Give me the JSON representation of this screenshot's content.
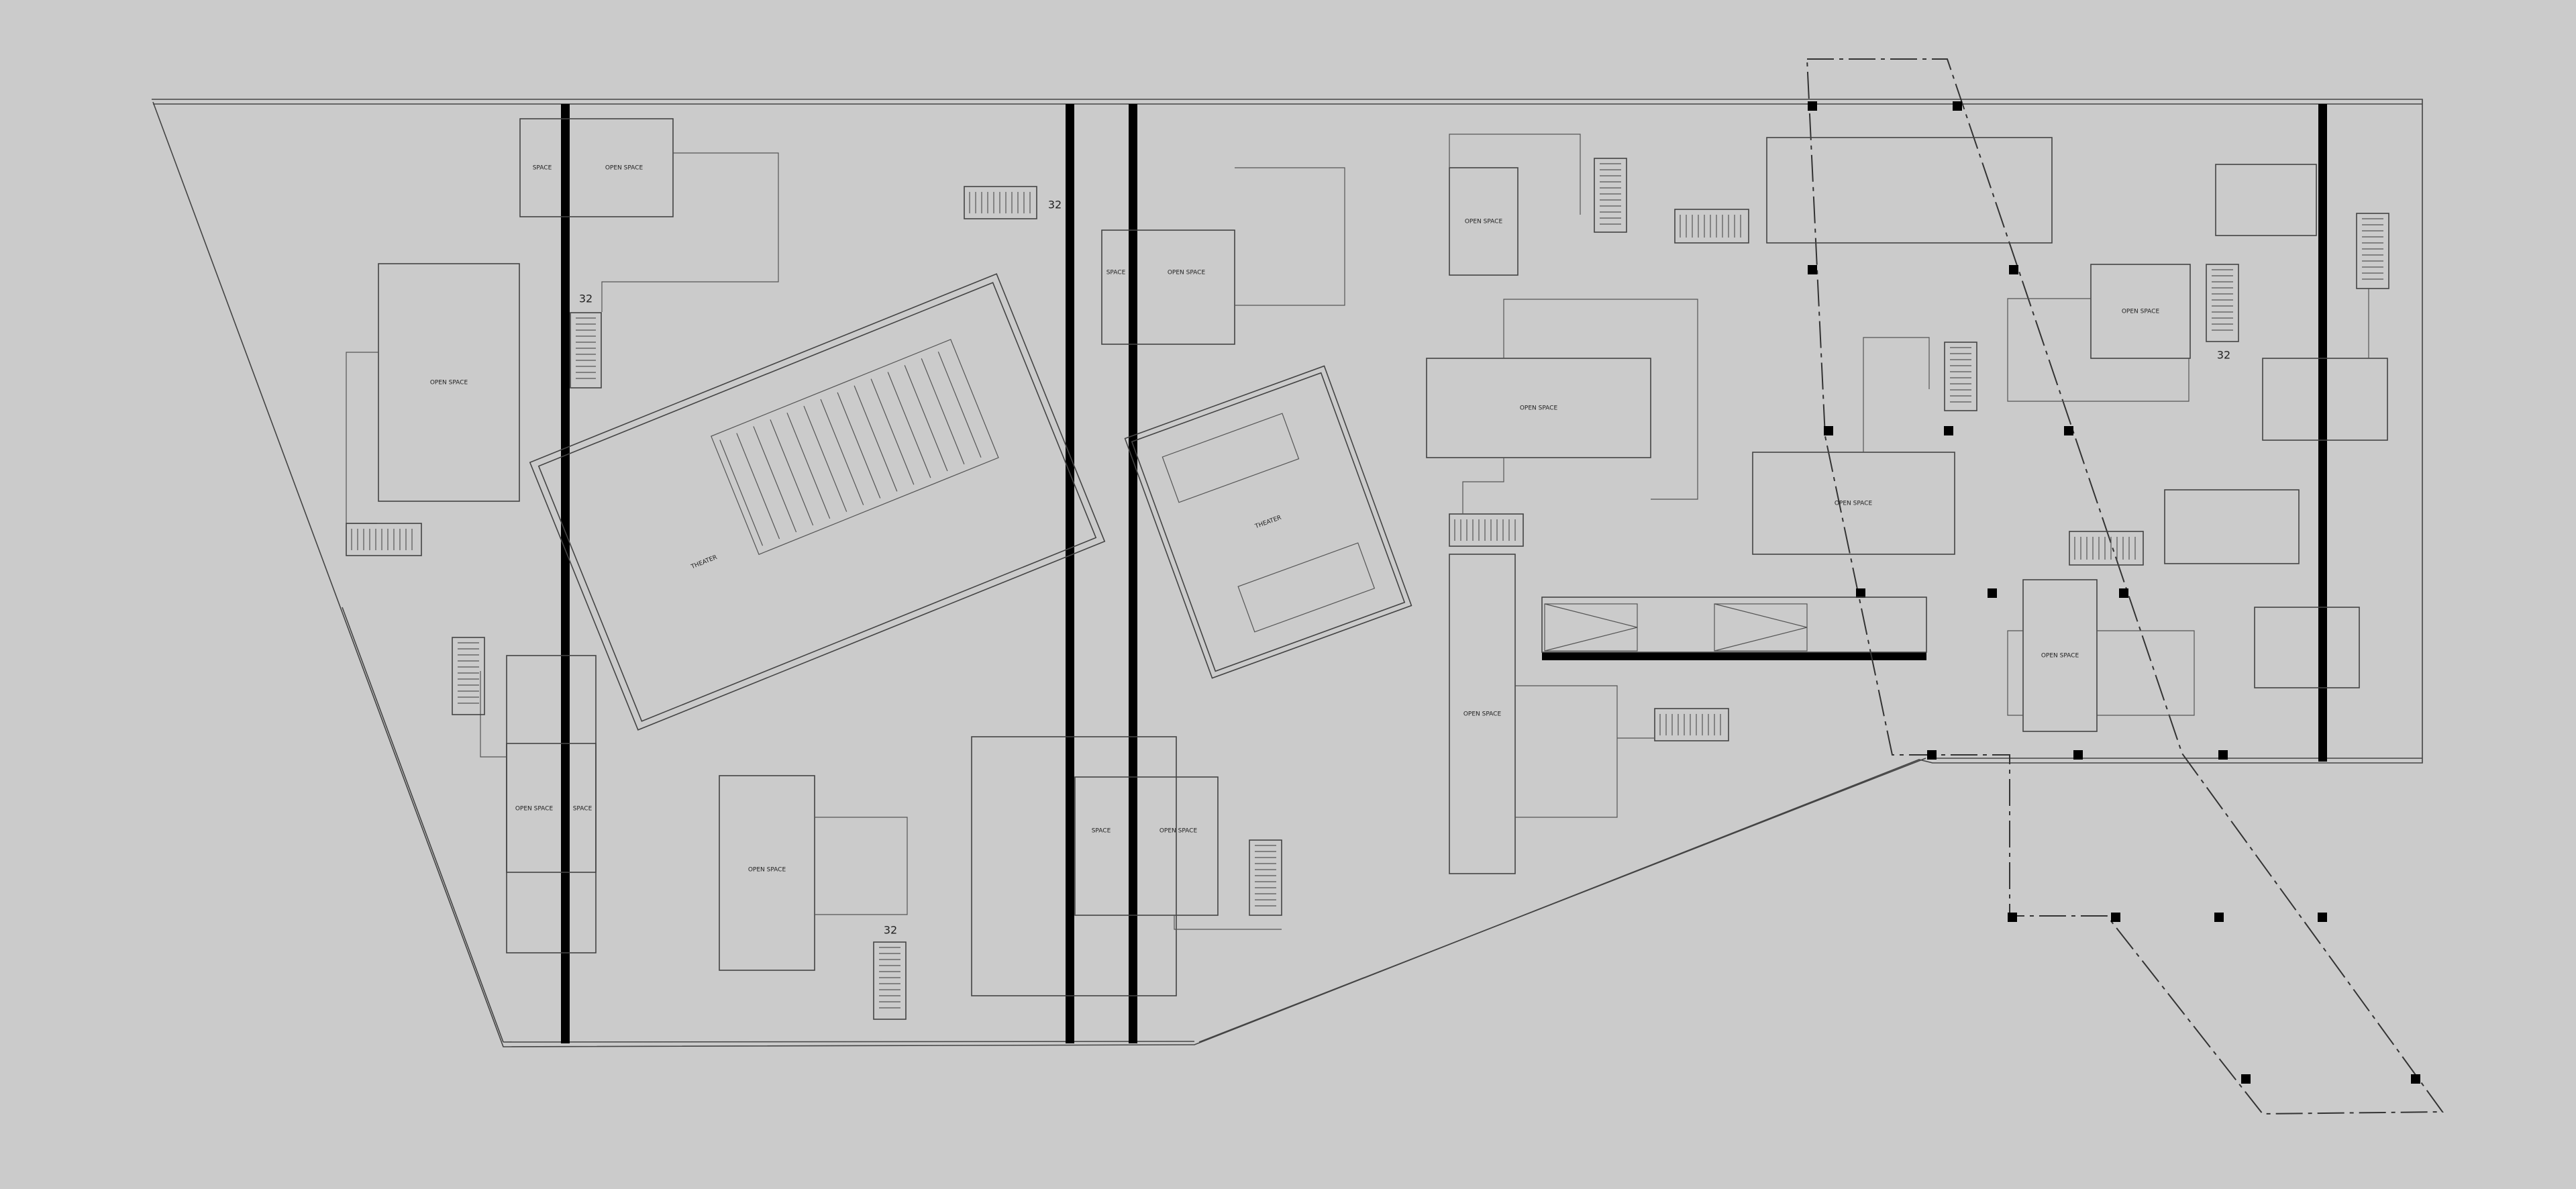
{
  "plan": {
    "background": "#cbcbcb",
    "line_color": "#444444",
    "wall_color": "#000000"
  },
  "labels": {
    "open_space": "OPEN SPACE",
    "open_space_short": "OPEN SPACE",
    "space_short": "SPACE",
    "theater": "THEATER",
    "stair_number": "32"
  }
}
